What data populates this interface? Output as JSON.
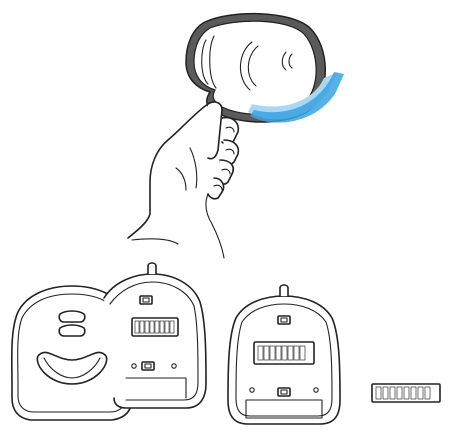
{
  "colors": {
    "outline": "#222222",
    "rim": "#555555",
    "arrow": "#3aa3e0",
    "arrow_light": "#a9d8f5"
  },
  "icons": [
    "remote-transmitter-in-hand",
    "rotation-arrow-icon",
    "transmitter-front-cover",
    "transmitter-rear-open",
    "transmitter-rear-housing",
    "dip-switch-module"
  ],
  "dip_switch": {
    "switch_count": 8
  }
}
